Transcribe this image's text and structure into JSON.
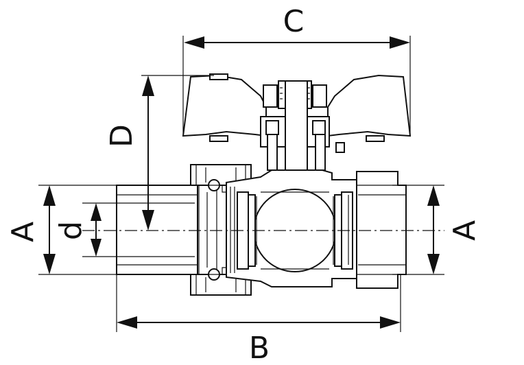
{
  "diagram": {
    "colors": {
      "stroke": "#111111",
      "background": "#ffffff"
    },
    "dimensions": {
      "A_left": "A",
      "A_right": "A",
      "B": "B",
      "C": "C",
      "D": "D",
      "d": "d"
    }
  }
}
